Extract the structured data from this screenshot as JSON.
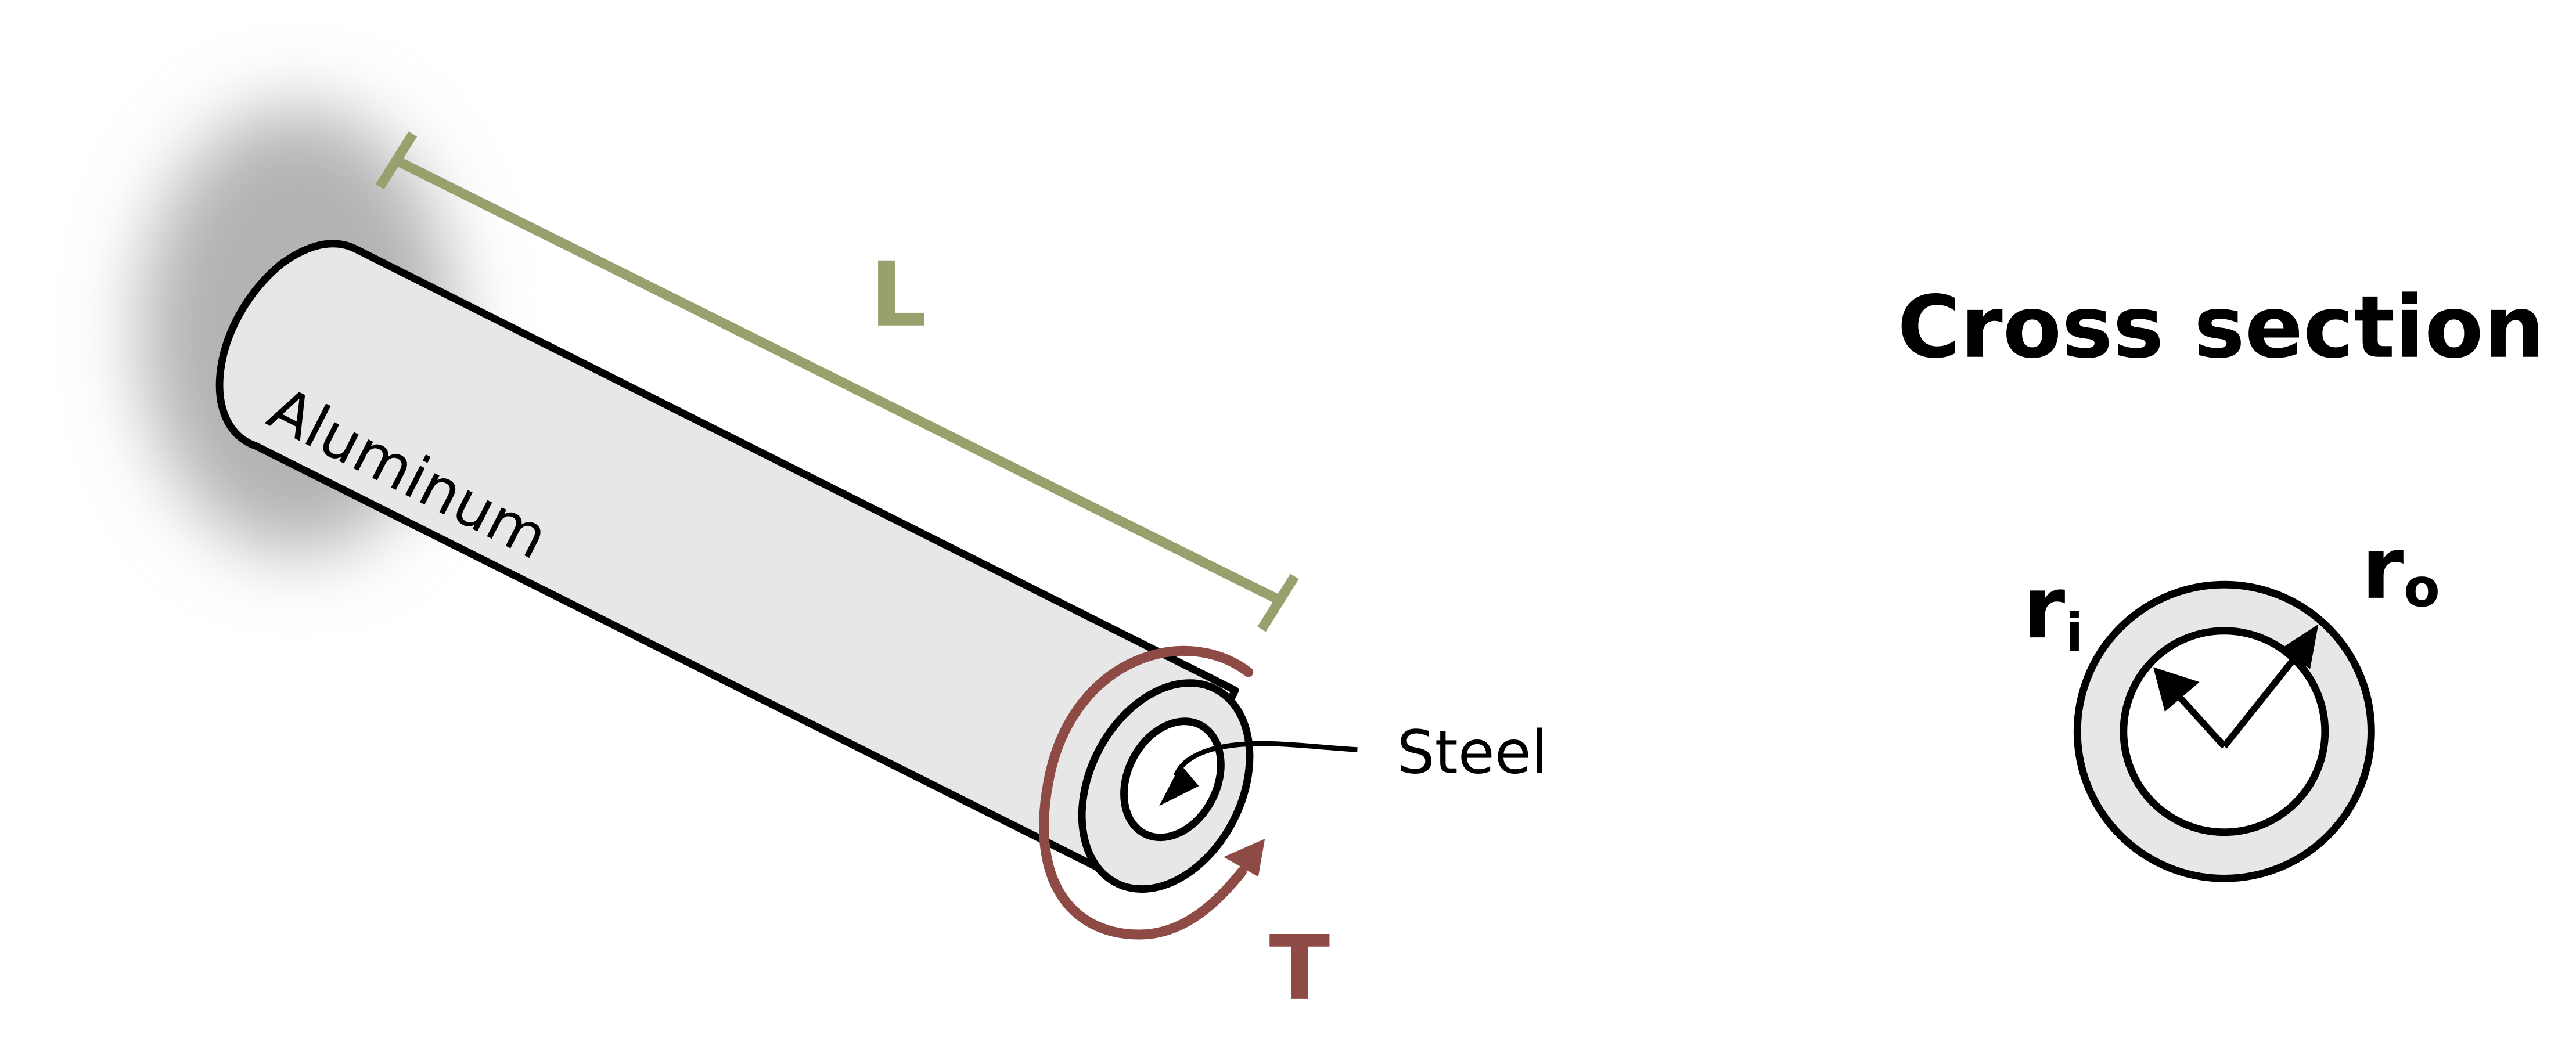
{
  "labels": {
    "length": "L",
    "torque": "T",
    "outer_material": "Aluminum",
    "inner_material": "Steel",
    "cross_section_title": "Cross section",
    "inner_radius_base": "r",
    "inner_radius_sub": "i",
    "outer_radius_base": "r",
    "outer_radius_sub": "o"
  },
  "colors": {
    "length_dimension": "#97A16E",
    "torque": "#8E4A44",
    "outline": "#000000",
    "shaft_fill": "#E7E7E7",
    "wall_shadow": "#B3B3B3",
    "background": "#FFFFFF"
  }
}
